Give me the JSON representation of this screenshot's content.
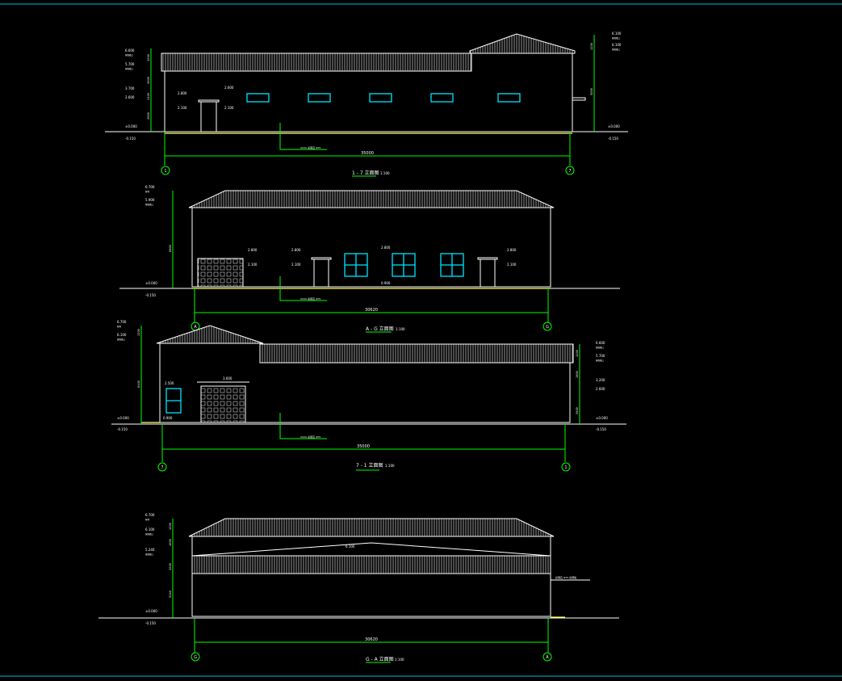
{
  "elevations": [
    {
      "title": "1 - 7 立面图",
      "scale": "1:100",
      "overall_dim": "35000",
      "axis_left": "1",
      "axis_right": "7",
      "note": "XXXX 彩钢瓦 Φ75",
      "left_levels": [
        "6.600",
        "5.700",
        "3.700",
        "2.600",
        "±0.000",
        "-0.150"
      ],
      "left_level_notes": [
        "屋面檐口",
        "屋面檐口"
      ],
      "right_levels": [
        "6.100",
        "6.100",
        "±0.000",
        "-0.150"
      ],
      "right_level_notes": [
        "屋面檐口",
        "屋面檐口"
      ],
      "door_marks": [
        "2.800",
        "2.100",
        "2.600",
        "2.100"
      ],
      "left_dims": [
        "1200",
        "3000",
        "1100",
        "2600"
      ],
      "right_dims": [
        "1200",
        "5000"
      ]
    },
    {
      "title": "A - G 立面图",
      "scale": "1:100",
      "overall_dim": "30620",
      "axis_left": "A",
      "axis_right": "G",
      "note": "XXXX 彩钢瓦 Φ75",
      "left_levels": [
        "6.700",
        "5.900",
        "±0.000",
        "-0.150"
      ],
      "left_level_notes": [
        "屋脊",
        "屋面檐口"
      ],
      "door_marks": [
        "2.800",
        "2.100",
        "2.800",
        "2.100",
        "2.800",
        "0.900",
        "2.800",
        "2.100"
      ],
      "left_dims": [
        "6900"
      ]
    },
    {
      "title": "7 - 1 立面图",
      "scale": "1:100",
      "overall_dim": "35000",
      "axis_left": "7",
      "axis_right": "1",
      "note": "XXXX 彩钢瓦 Φ75",
      "left_levels": [
        "6.700",
        "6.100",
        "±0.000",
        "-0.150"
      ],
      "left_level_notes": [
        "屋脊",
        "屋面檐口"
      ],
      "right_levels": [
        "6.600",
        "5.700",
        "3.200",
        "2.600",
        "±0.000",
        "-0.150"
      ],
      "right_level_notes": [
        "屋面檐口",
        "屋面檐口"
      ],
      "door_marks": [
        "2.500",
        "3.600",
        "0.900"
      ],
      "left_dims": [
        "1200",
        "6100"
      ],
      "right_dims": [
        "1200",
        "1900",
        "2600"
      ]
    },
    {
      "title": "G - A 立面图",
      "scale": "1:100",
      "overall_dim": "30620",
      "axis_left": "G",
      "axis_right": "A",
      "note": "彩钢瓦 Φ75 彩钢板",
      "ridge_mark": "6.100",
      "left_levels": [
        "6.700",
        "6.100",
        "5.240",
        "±0.000",
        "-0.150"
      ],
      "left_level_notes": [
        "屋脊",
        "屋面檐口",
        "屋面檐口"
      ],
      "left_dims": [
        "1200",
        "1000",
        "3200",
        "5240"
      ]
    }
  ],
  "colors": {
    "background": "#000000",
    "lines": "#ffffff",
    "dimensions": "#00ff00",
    "windows": "#00e5ff",
    "ground_hatch": "#ffff66",
    "frame": "#00bcd4"
  }
}
